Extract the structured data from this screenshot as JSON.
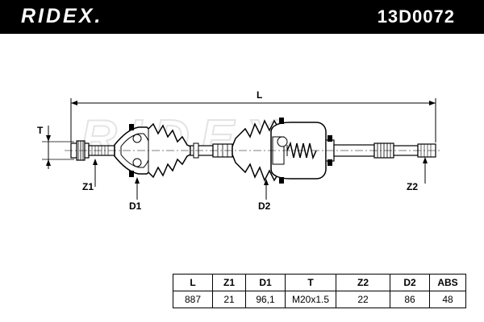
{
  "header": {
    "brand": "RIDEX.",
    "part_number": "13D0072"
  },
  "watermark": "RIDEX",
  "dimension_labels": {
    "L": "L",
    "T": "T",
    "Z1": "Z1",
    "D1": "D1",
    "D2": "D2",
    "Z2": "Z2"
  },
  "spec_table": {
    "headers": [
      "L",
      "Z1",
      "D1",
      "T",
      "Z2",
      "D2",
      "ABS"
    ],
    "values": [
      "887",
      "21",
      "96,1",
      "M20x1.5",
      "22",
      "86",
      "48"
    ]
  },
  "colors": {
    "header_bg": "#000000",
    "header_text": "#ffffff",
    "line": "#000000",
    "watermark": "#e4e4e4"
  }
}
